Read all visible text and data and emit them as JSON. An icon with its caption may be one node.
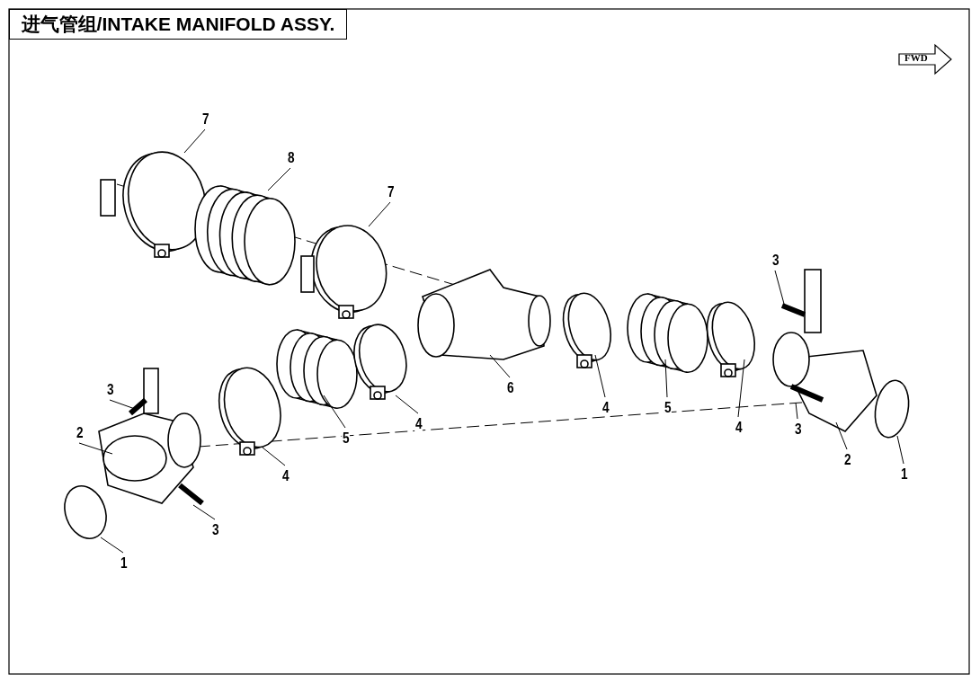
{
  "diagram": {
    "title": "进气管组/INTAKE MANIFOLD ASSY.",
    "nodes": [
      {
        "text": [
          "7"
        ]
      },
      {
        "text": [
          "8"
        ]
      },
      {
        "text": [
          "7"
        ]
      },
      {
        "text": [
          "3"
        ]
      },
      {
        "text": [
          "6"
        ]
      },
      {
        "text": [
          "3"
        ]
      },
      {
        "text": [
          "4"
        ]
      },
      {
        "text": [
          "5"
        ]
      },
      {
        "text": [
          "4"
        ]
      },
      {
        "text": [
          "4"
        ]
      },
      {
        "text": [
          "3"
        ]
      },
      {
        "text": [
          "2"
        ]
      },
      {
        "text": [
          "5"
        ]
      },
      {
        "text": [
          "2"
        ]
      },
      {
        "text": [
          "1"
        ]
      },
      {
        "text": [
          "4"
        ]
      },
      {
        "text": [
          "3"
        ]
      },
      {
        "text": [
          "1"
        ]
      }
    ],
    "edges": [
      {
        "from": 0,
        "to": null,
        "arrow": "none"
      },
      {
        "from": 1,
        "to": null,
        "arrow": "none"
      },
      {
        "from": 2,
        "to": null,
        "arrow": "none"
      },
      {
        "from": 3,
        "to": null,
        "arrow": "none"
      },
      {
        "from": 4,
        "to": null,
        "arrow": "none"
      },
      {
        "from": 5,
        "to": null,
        "arrow": "none"
      },
      {
        "from": 6,
        "to": null,
        "arrow": "none"
      },
      {
        "from": 7,
        "to": null,
        "arrow": "none"
      },
      {
        "from": 8,
        "to": null,
        "arrow": "none"
      },
      {
        "from": 9,
        "to": null,
        "arrow": "none"
      },
      {
        "from": 10,
        "to": null,
        "arrow": "none"
      },
      {
        "from": 11,
        "to": null,
        "arrow": "none"
      },
      {
        "from": 12,
        "to": null,
        "arrow": "none"
      },
      {
        "from": 13,
        "to": null,
        "arrow": "none"
      },
      {
        "from": 14,
        "to": null,
        "arrow": "none"
      },
      {
        "from": 15,
        "to": null,
        "arrow": "none"
      },
      {
        "from": 16,
        "to": null,
        "arrow": "none"
      },
      {
        "from": 17,
        "to": null,
        "arrow": "none"
      }
    ],
    "labels": [
      "FWD"
    ]
  }
}
